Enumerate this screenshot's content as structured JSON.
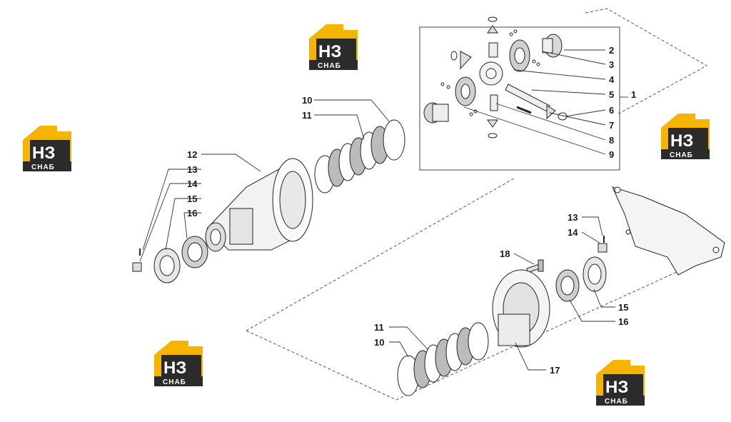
{
  "logos": [
    {
      "main": "НЗ",
      "sub": "СНАБ"
    },
    {
      "main": "НЗ",
      "sub": "СНАБ"
    },
    {
      "main": "НЗ",
      "sub": "СНАБ"
    },
    {
      "main": "НЗ",
      "sub": "СНАБ"
    },
    {
      "main": "НЗ",
      "sub": "СНАБ"
    }
  ],
  "callouts": {
    "c1": "1",
    "c2": "2",
    "c3": "3",
    "c4": "4",
    "c5": "5",
    "c6": "6",
    "c7": "7",
    "c8": "8",
    "c9": "9",
    "c10a": "10",
    "c11a": "11",
    "c12": "12",
    "c13a": "13",
    "c14a": "14",
    "c15a": "15",
    "c16a": "16",
    "c13b": "13",
    "c14b": "14",
    "c18": "18",
    "c15b": "15",
    "c16b": "16",
    "c11b": "11",
    "c10b": "10",
    "c17": "17"
  },
  "colors": {
    "logo_yellow": "#f5b400",
    "logo_dark": "#2b2b2b",
    "line": "#333333"
  }
}
